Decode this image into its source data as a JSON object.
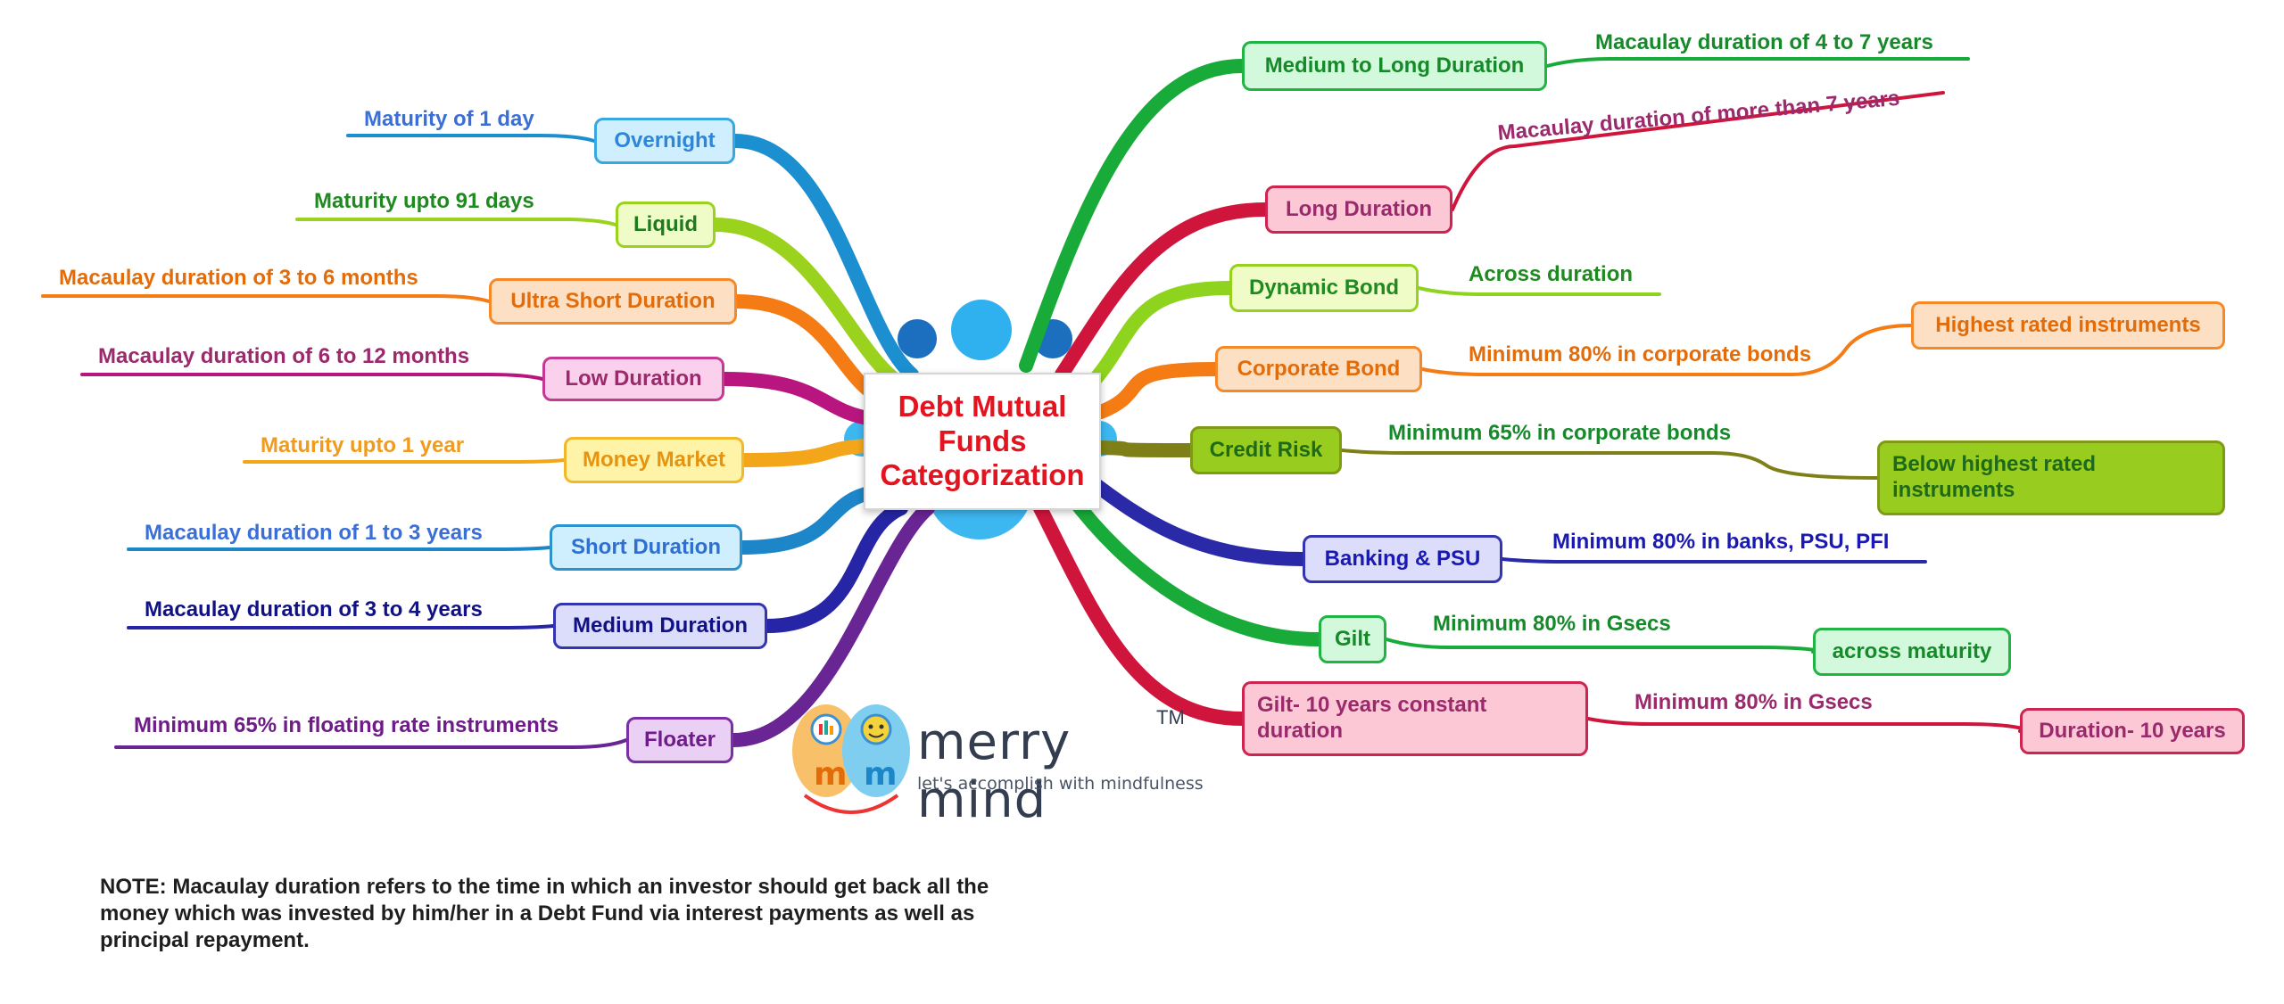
{
  "center": {
    "title_lines": [
      "Debt Mutual",
      "Funds",
      "Categorization"
    ],
    "title_color": "#e3141f"
  },
  "left_branches": [
    {
      "node": "Overnight",
      "label": "Maturity of 1 day",
      "color": "#1c8fd0",
      "label_color": "#3a6fd8",
      "node_fill": "#cfeefe",
      "node_border": "#38a9e0"
    },
    {
      "node": "Liquid",
      "label": "Maturity upto 91 days",
      "color": "#9ad21e",
      "label_color": "#1f8a1f",
      "node_fill": "#f0fcc8",
      "node_border": "#9ad21e"
    },
    {
      "node": "Ultra Short Duration",
      "label": "Macaulay duration of 3 to 6 months",
      "color": "#f57c14",
      "label_color": "#e36c0a",
      "node_fill": "#fde0c4",
      "node_border": "#f5892a"
    },
    {
      "node": "Low Duration",
      "label": "Macaulay duration of 6 to 12 months",
      "color": "#b8167e",
      "label_color": "#9a2a6c",
      "node_fill": "#fbd0ec",
      "node_border": "#c43a92"
    },
    {
      "node": "Money Market",
      "label": "Maturity upto 1 year",
      "color": "#f4a61b",
      "label_color": "#f09a1e",
      "node_fill": "#fff3a8",
      "node_border": "#f2b72a"
    },
    {
      "node": "Short Duration",
      "label": "Macaulay duration of 1 to 3 years",
      "color": "#1c86c8",
      "label_color": "#3a6fd8",
      "node_fill": "#cfeefe",
      "node_border": "#2e93cc"
    },
    {
      "node": "Medium Duration",
      "label": "Macaulay duration of 3 to 4 years",
      "color": "#2525a5",
      "label_color": "#111186",
      "node_fill": "#dcdcfb",
      "node_border": "#3434b0"
    },
    {
      "node": "Floater",
      "label": "Minimum 65% in floating rate instruments",
      "color": "#6a2594",
      "label_color": "#6e1c88",
      "node_fill": "#ead0f5",
      "node_border": "#7a2fa2"
    }
  ],
  "right_branches": [
    {
      "node": "Medium to Long Duration",
      "label": "Macaulay duration of 4 to 7 years",
      "extra": "",
      "color": "#19ab3a",
      "label_color": "#168a2a",
      "node_fill": "#d2f9dc",
      "node_border": "#21b344"
    },
    {
      "node": "Long Duration",
      "label": "Macaulay duration of more than 7 years",
      "extra": "",
      "color": "#d0153d",
      "label_color": "#9a2a6c",
      "node_fill": "#fcc8d6",
      "node_border": "#cf2450"
    },
    {
      "node": "Dynamic Bond",
      "label": "Across duration",
      "extra": "",
      "color": "#8ed41e",
      "label_color": "#1f8a1f",
      "node_fill": "#f0fcc8",
      "node_border": "#96d11e"
    },
    {
      "node": "Corporate Bond",
      "label": "Minimum 80% in corporate bonds",
      "extra": "Highest rated instruments",
      "color": "#f57c14",
      "label_color": "#e36c0a",
      "node_fill": "#fde0c4",
      "node_border": "#f5892a"
    },
    {
      "node": "Credit Risk",
      "label": "Minimum 65% in corporate bonds",
      "extra": "Below  highest rated instruments",
      "color": "#7f7f18",
      "label_color": "#168a2a",
      "node_fill": "#98cc1e",
      "node_border": "#7f9a14"
    },
    {
      "node": "Banking & PSU",
      "label": "Minimum 80% in banks, PSU, PFI",
      "extra": "",
      "color": "#2a2aa8",
      "label_color": "#1a1ab2",
      "node_fill": "#dcdcfb",
      "node_border": "#3434b0"
    },
    {
      "node": "Gilt",
      "label": "Minimum 80% in Gsecs",
      "extra": "across maturity",
      "color": "#19ab3a",
      "label_color": "#168a2a",
      "node_fill": "#d2f9dc",
      "node_border": "#21b344"
    },
    {
      "node": "Gilt- 10 years constant duration",
      "label": "Minimum 80% in Gsecs",
      "extra": "Duration- 10 years",
      "color": "#d0153d",
      "label_color": "#9a2a6c",
      "node_fill": "#fcc8d6",
      "node_border": "#cf2450"
    }
  ],
  "node_text_colors": {
    "Overnight": "#2f86d6",
    "Liquid": "#1f7a1f",
    "Ultra Short Duration": "#e36c0a",
    "Low Duration": "#9a2a6c",
    "Money Market": "#e8930e",
    "Short Duration": "#2f6fd0",
    "Medium Duration": "#111186",
    "Floater": "#6e1c88",
    "Medium to Long Duration": "#168a2a",
    "Long Duration": "#9a2a6c",
    "Dynamic Bond": "#1f8a1f",
    "Corporate Bond": "#e36c0a",
    "Credit Risk": "#1f6a1a",
    "Banking & PSU": "#1a1ab2",
    "Gilt": "#168a2a",
    "Gilt- 10 years constant duration": "#9a2a6c"
  },
  "logo": {
    "wordmark": "merry mind",
    "trademark": "TM",
    "tagline": "let's accomplish with mindfulness"
  },
  "note": "NOTE: Macaulay duration refers to the time in which an investor should get back all the money which was invested by him/her in a Debt Fund via interest payments as well as principal repayment."
}
